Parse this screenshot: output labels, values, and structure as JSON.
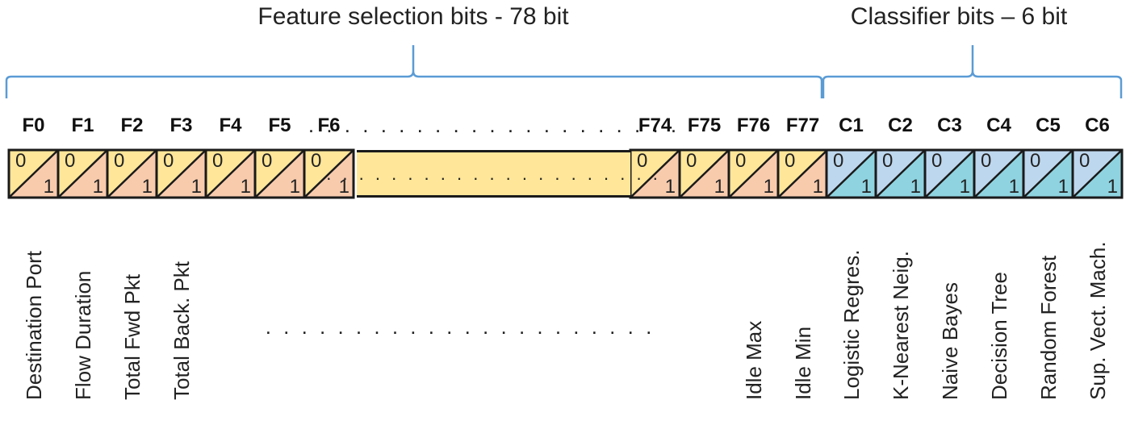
{
  "groups": [
    {
      "title": "Feature selection bits - 78 bit",
      "color": "#5b9bd5"
    },
    {
      "title": "Classifier bits – 6 bit",
      "color": "#5b9bd5"
    }
  ],
  "feature_bits": [
    {
      "id": "F0",
      "label": "Destination Port",
      "zero": "0",
      "one": "1"
    },
    {
      "id": "F1",
      "label": "Flow Duration",
      "zero": "0",
      "one": "1"
    },
    {
      "id": "F2",
      "label": "Total Fwd Pkt",
      "zero": "0",
      "one": "1"
    },
    {
      "id": "F3",
      "label": "Total Back. Pkt",
      "zero": "0",
      "one": "1"
    },
    {
      "id": "F4",
      "label": "",
      "zero": "0",
      "one": "1"
    },
    {
      "id": "F5",
      "label": "",
      "zero": "0",
      "one": "1"
    },
    {
      "id": "F6",
      "label": "",
      "zero": "0",
      "one": "1"
    },
    {
      "id": "F74",
      "label": "",
      "zero": "0",
      "one": "1"
    },
    {
      "id": "F75",
      "label": "",
      "zero": "0",
      "one": "1"
    },
    {
      "id": "F76",
      "label": "Idle Max",
      "zero": "0",
      "one": "1"
    },
    {
      "id": "F77",
      "label": "Idle Min",
      "zero": "0",
      "one": "1"
    }
  ],
  "classifier_bits": [
    {
      "id": "C1",
      "label": "Logistic Regres.",
      "zero": "0",
      "one": "1"
    },
    {
      "id": "C2",
      "label": "K-Nearest Neig.",
      "zero": "0",
      "one": "1"
    },
    {
      "id": "C3",
      "label": "Naive Bayes",
      "zero": "0",
      "one": "1"
    },
    {
      "id": "C4",
      "label": "Decision Tree",
      "zero": "0",
      "one": "1"
    },
    {
      "id": "C5",
      "label": "Random Forest",
      "zero": "0",
      "one": "1"
    },
    {
      "id": "C6",
      "label": "Sup. Vect. Mach.",
      "zero": "0",
      "one": "1"
    }
  ],
  "ellipsis": {
    "id_row": ". . . . . . . . . . . . . . . . . . . . .",
    "cell_row": ". . . . . . . . . . . . . . . . . . . . .",
    "label_row": ". . . . . . . . . . . . . . . . . . . . . ."
  },
  "colors": {
    "feature_top": "#ffe699",
    "feature_bottom": "#f8cbad",
    "feature_gap": "#ffe699",
    "classifier_top": "#bdd7ee",
    "classifier_bottom": "#8fd3e0",
    "border": "#1a1a1a"
  }
}
